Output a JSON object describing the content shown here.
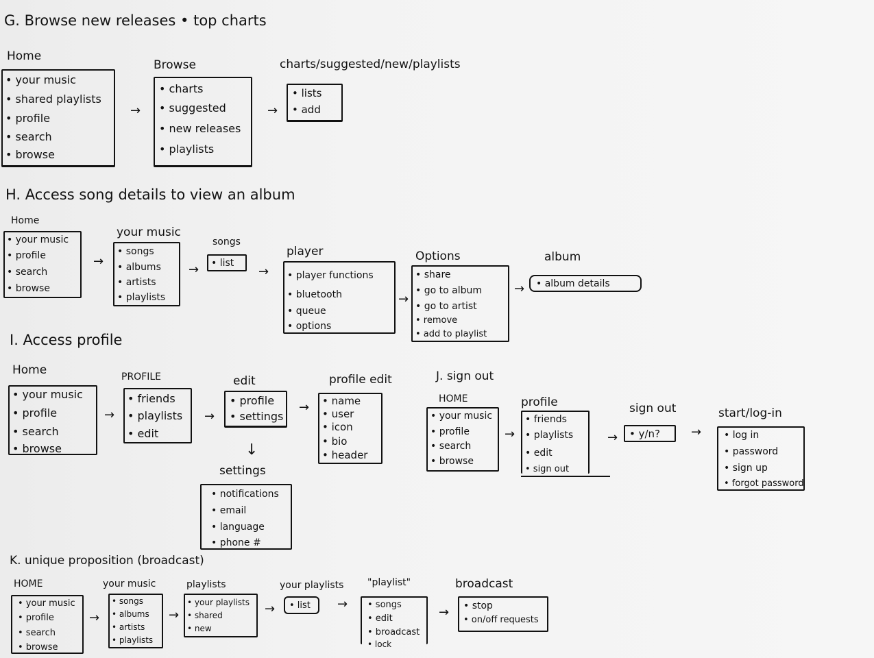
{
  "sections": {
    "g": {
      "title": "G. Browse new releases • top charts",
      "home": {
        "label": "Home",
        "items": [
          "• your music",
          "• shared playlists",
          "• profile",
          "• search",
          "• browse"
        ]
      },
      "browse": {
        "label": "Browse",
        "items": [
          "• charts",
          "• suggested",
          "• new releases",
          "• playlists"
        ]
      },
      "charts": {
        "label": "charts/suggested/new/playlists",
        "items": [
          "• lists",
          "• add"
        ]
      }
    },
    "h": {
      "title": "H. Access song details to view an album",
      "home": {
        "label": "Home",
        "items": [
          "• your music",
          "• profile",
          "• search",
          "• browse"
        ]
      },
      "your_music": {
        "label": "your music",
        "items": [
          "• songs",
          "• albums",
          "• artists",
          "• playlists"
        ]
      },
      "songs": {
        "label": "songs",
        "items": [
          "• list"
        ]
      },
      "player": {
        "label": "player",
        "items": [
          "• player functions",
          "• bluetooth",
          "• queue",
          "• options"
        ]
      },
      "options": {
        "label": "Options",
        "items": [
          "• share",
          "• go to album",
          "• go to artist",
          "• remove",
          "• add to playlist"
        ]
      },
      "album": {
        "label": "album",
        "items": [
          "• album details"
        ]
      }
    },
    "i": {
      "title": "I. Access profile",
      "home": {
        "label": "Home",
        "items": [
          "• your music",
          "• profile",
          "• search",
          "• browse"
        ]
      },
      "profile": {
        "label": "PROFILE",
        "items": [
          "• friends",
          "• playlists",
          "• edit"
        ]
      },
      "edit": {
        "label": "edit",
        "items": [
          "• profile",
          "• settings"
        ]
      },
      "profile_edit": {
        "label": "profile edit",
        "items": [
          "• name",
          "• user",
          "• icon",
          "• bio",
          "• header"
        ]
      },
      "settings": {
        "label": "settings",
        "items": [
          "• notifications",
          "• email",
          "• language",
          "• phone #"
        ]
      }
    },
    "j": {
      "title": "J. sign out",
      "home": {
        "label": "HOME",
        "items": [
          "• your music",
          "• profile",
          "• search",
          "• browse"
        ]
      },
      "profile": {
        "label": "profile",
        "items": [
          "• friends",
          "• playlists",
          "• edit",
          "• sign out"
        ]
      },
      "sign_out": {
        "label": "sign out",
        "items": [
          "• y/n?"
        ]
      },
      "start": {
        "label": "start/log-in",
        "items": [
          "• log in",
          "• password",
          "• sign up",
          "• forgot password"
        ]
      }
    },
    "k": {
      "title": "K. unique proposition (broadcast)",
      "home": {
        "label": "HOME",
        "items": [
          "• your music",
          "• profile",
          "• search",
          "• browse"
        ]
      },
      "your_music": {
        "label": "your music",
        "items": [
          "• songs",
          "• albums",
          "• artists",
          "• playlists"
        ]
      },
      "playlists": {
        "label": "playlists",
        "items": [
          "• your playlists",
          "• shared",
          "• new"
        ]
      },
      "your_playlists": {
        "label": "your playlists",
        "items": [
          "• list"
        ]
      },
      "playlist": {
        "label": "\"playlist\"",
        "items": [
          "• songs",
          "• edit",
          "• broadcast",
          "• lock"
        ]
      },
      "broadcast": {
        "label": "broadcast",
        "items": [
          "• stop",
          "• on/off requests"
        ]
      }
    }
  },
  "arrow_glyphs": {
    "right": "→",
    "down": "↓"
  },
  "colors": {
    "ink": "#111111",
    "paper": "#f1f1f1"
  }
}
